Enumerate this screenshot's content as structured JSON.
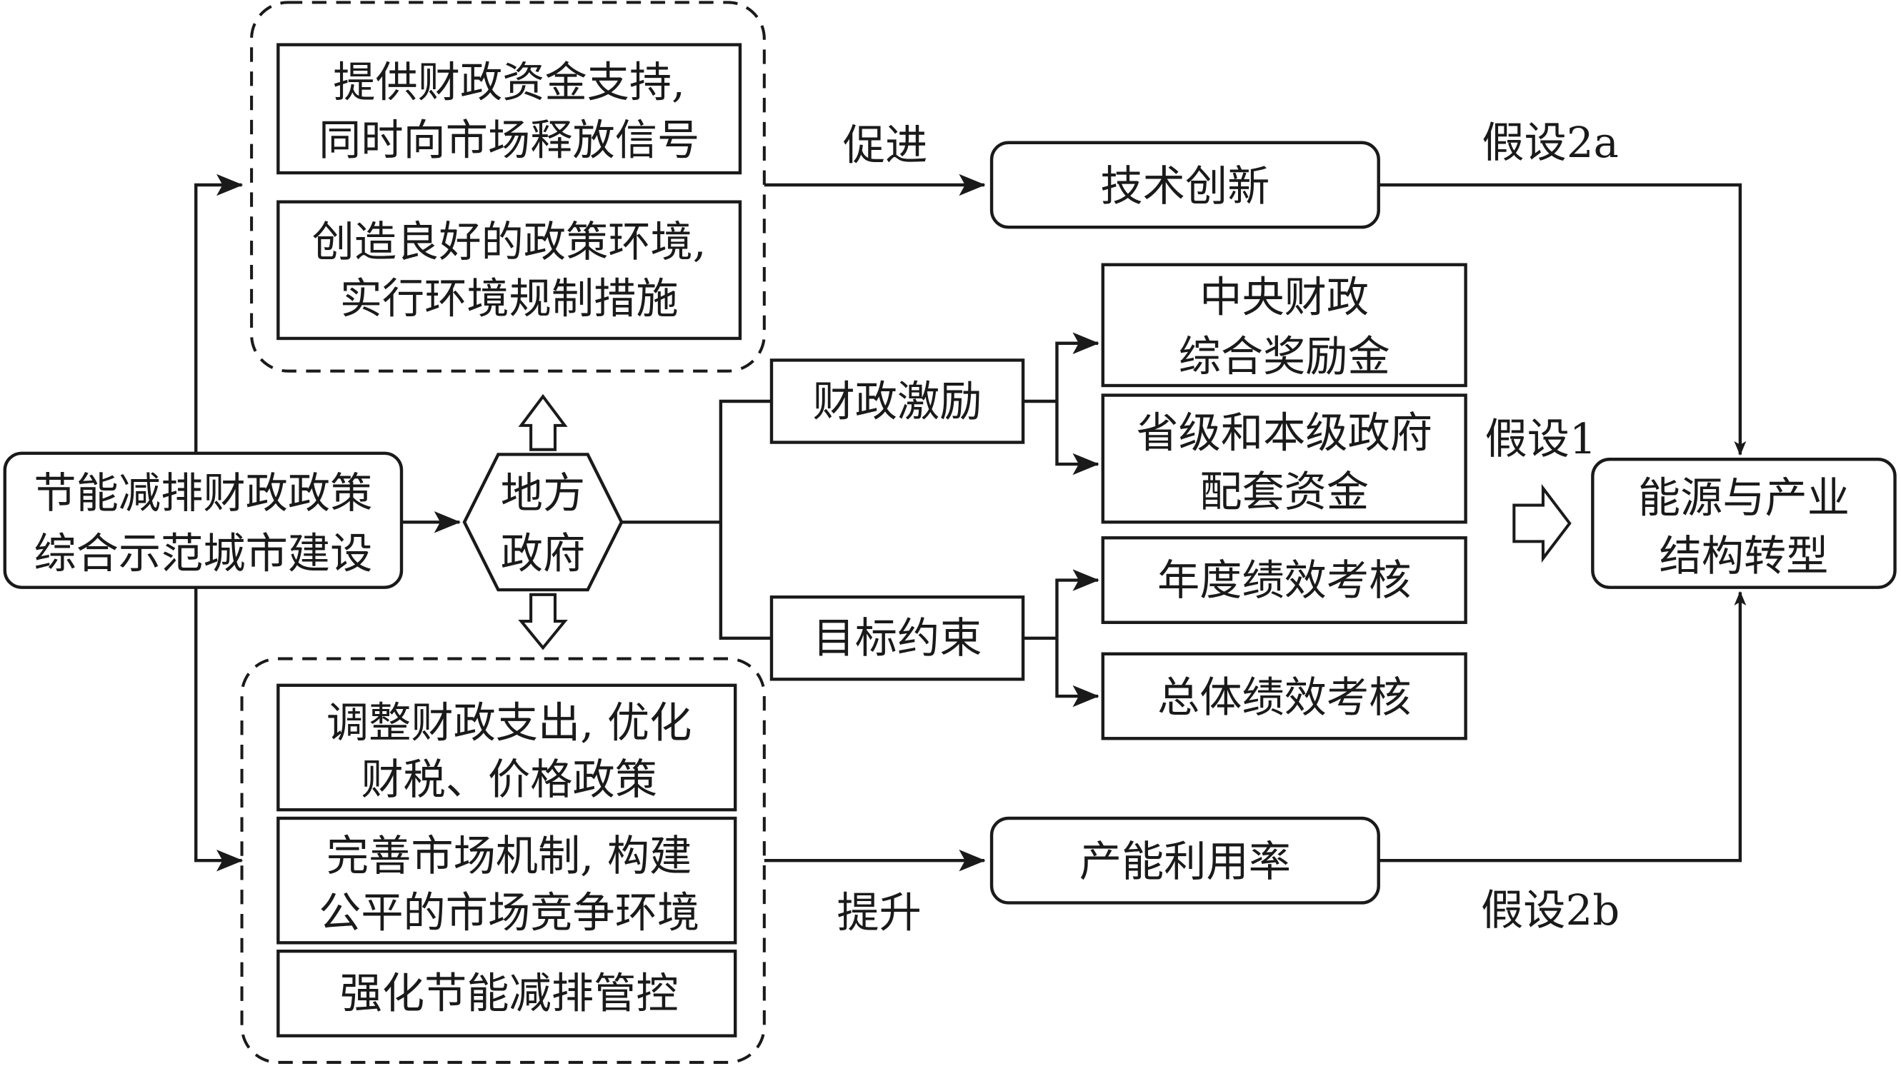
{
  "diagram": {
    "source": {
      "line1": "节能减排财政政策",
      "line2": "综合示范城市建设"
    },
    "local_gov": {
      "line1": "地方",
      "line2": "政府"
    },
    "top_group": {
      "box1": {
        "line1": "提供财政资金支持,",
        "line2": "同时向市场释放信号"
      },
      "box2": {
        "line1": "创造良好的政策环境,",
        "line2": "实行环境规制措施"
      }
    },
    "bottom_group": {
      "box1": {
        "line1": "调整财政支出, 优化",
        "line2": "财税、价格政策"
      },
      "box2": {
        "line1": "完善市场机制, 构建",
        "line2": "公平的市场竞争环境"
      },
      "box3": {
        "line1": "强化节能减排管控"
      }
    },
    "fiscal_incentive": {
      "label": "财政激励",
      "children": [
        {
          "line1": "中央财政",
          "line2": "综合奖励金"
        },
        {
          "line1": "省级和本级政府",
          "line2": "配套资金"
        }
      ]
    },
    "target_constraint": {
      "label": "目标约束",
      "children": [
        {
          "line1": "年度绩效考核"
        },
        {
          "line1": "总体绩效考核"
        }
      ]
    },
    "tech_innovation": {
      "label": "技术创新"
    },
    "capacity_utilization": {
      "label": "产能利用率"
    },
    "outcome": {
      "line1": "能源与产业",
      "line2": "结构转型"
    },
    "edge_labels": {
      "promote": "促进",
      "improve": "提升",
      "h1": "假设1",
      "h2a": "假设2a",
      "h2b": "假设2b"
    }
  }
}
